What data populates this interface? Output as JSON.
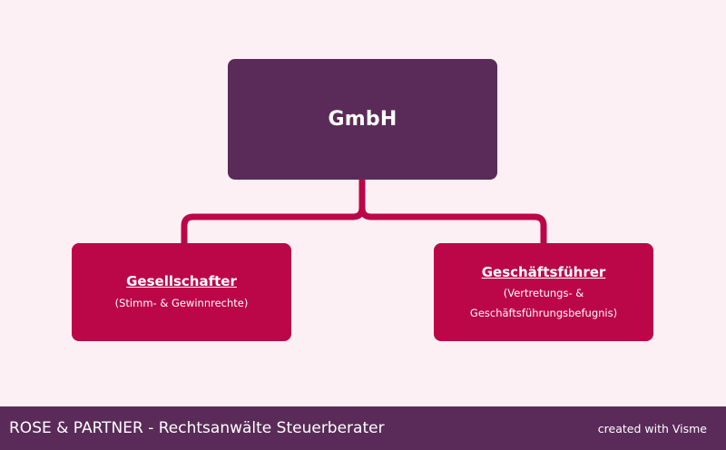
{
  "diagram": {
    "root": {
      "label": "GmbH"
    },
    "children": [
      {
        "title": "Gesellschafter",
        "subtitle_lines": [
          "(Stimm- & Gewinnrechte)"
        ]
      },
      {
        "title": "Geschäftsführer",
        "subtitle_lines": [
          "(Vertretungs- &",
          "Geschäftsführungsbefugnis)"
        ]
      }
    ],
    "colors": {
      "root": "#5a2b59",
      "child": "#bb0747",
      "connector": "#bb0747",
      "background": "#fcf0f4"
    }
  },
  "footer": {
    "title": "ROSE & PARTNER - Rechtsanwälte Steuerberater",
    "credit": "created with Visme"
  }
}
